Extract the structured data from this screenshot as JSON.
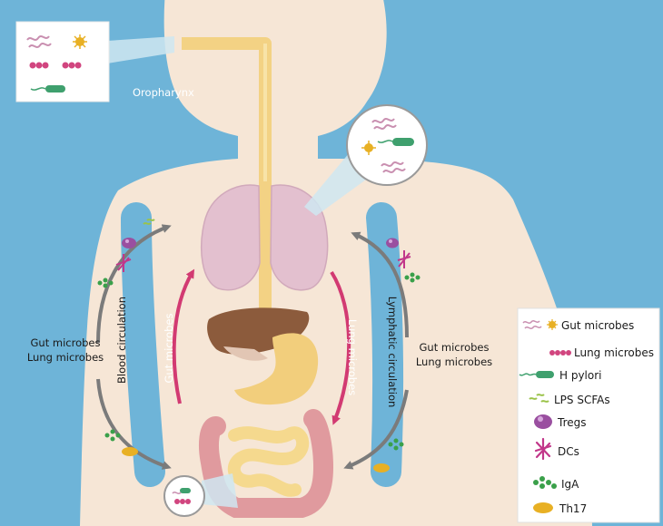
{
  "labels": {
    "oropharynx": "Oropharynx",
    "blood_circulation": "Blood circulation",
    "lymphatic_circulation": "Lymphatic circulation",
    "gut_microbes_arrow": "Gut microbes",
    "lung_microbes_arrow": "Lung microbes",
    "left_group": [
      "Gut microbes",
      "Lung microbes"
    ],
    "right_group": [
      "Gut microbes",
      "Lung microbes"
    ]
  },
  "legend": [
    {
      "icon": "gut-microbes-icon",
      "label": "Gut microbes"
    },
    {
      "icon": "lung-microbes-icon",
      "label": "Lung microbes"
    },
    {
      "icon": "h-pylori-icon",
      "label": "H pylori"
    },
    {
      "icon": "lps-scfas-icon",
      "label": "LPS SCFAs"
    },
    {
      "icon": "tregs-icon",
      "label": "Tregs"
    },
    {
      "icon": "dcs-icon",
      "label": "DCs"
    },
    {
      "icon": "iga-icon",
      "label": "IgA"
    },
    {
      "icon": "th17-icon",
      "label": "Th17"
    }
  ],
  "colors": {
    "background": "#6eb4d8",
    "skin": "#f6e6d6",
    "esophagus": "#f3d284",
    "lung": "#e3c0cf",
    "liver": "#8c5b3c",
    "stomach": "#f2ce7c",
    "intestine": "#f5d98e",
    "colon": "#e09a9e",
    "blood_arrow": "#7b7b7b",
    "organ_arrow": "#d23a72",
    "gut_microbe": "#c98fb0",
    "lung_microbe": "#d1457f",
    "h_pylori": "#3fa06e",
    "lps": "#9bc34a",
    "treg": "#9a4fa0",
    "dc": "#c2378a",
    "iga": "#3aa04a",
    "th17": "#e8b024"
  }
}
